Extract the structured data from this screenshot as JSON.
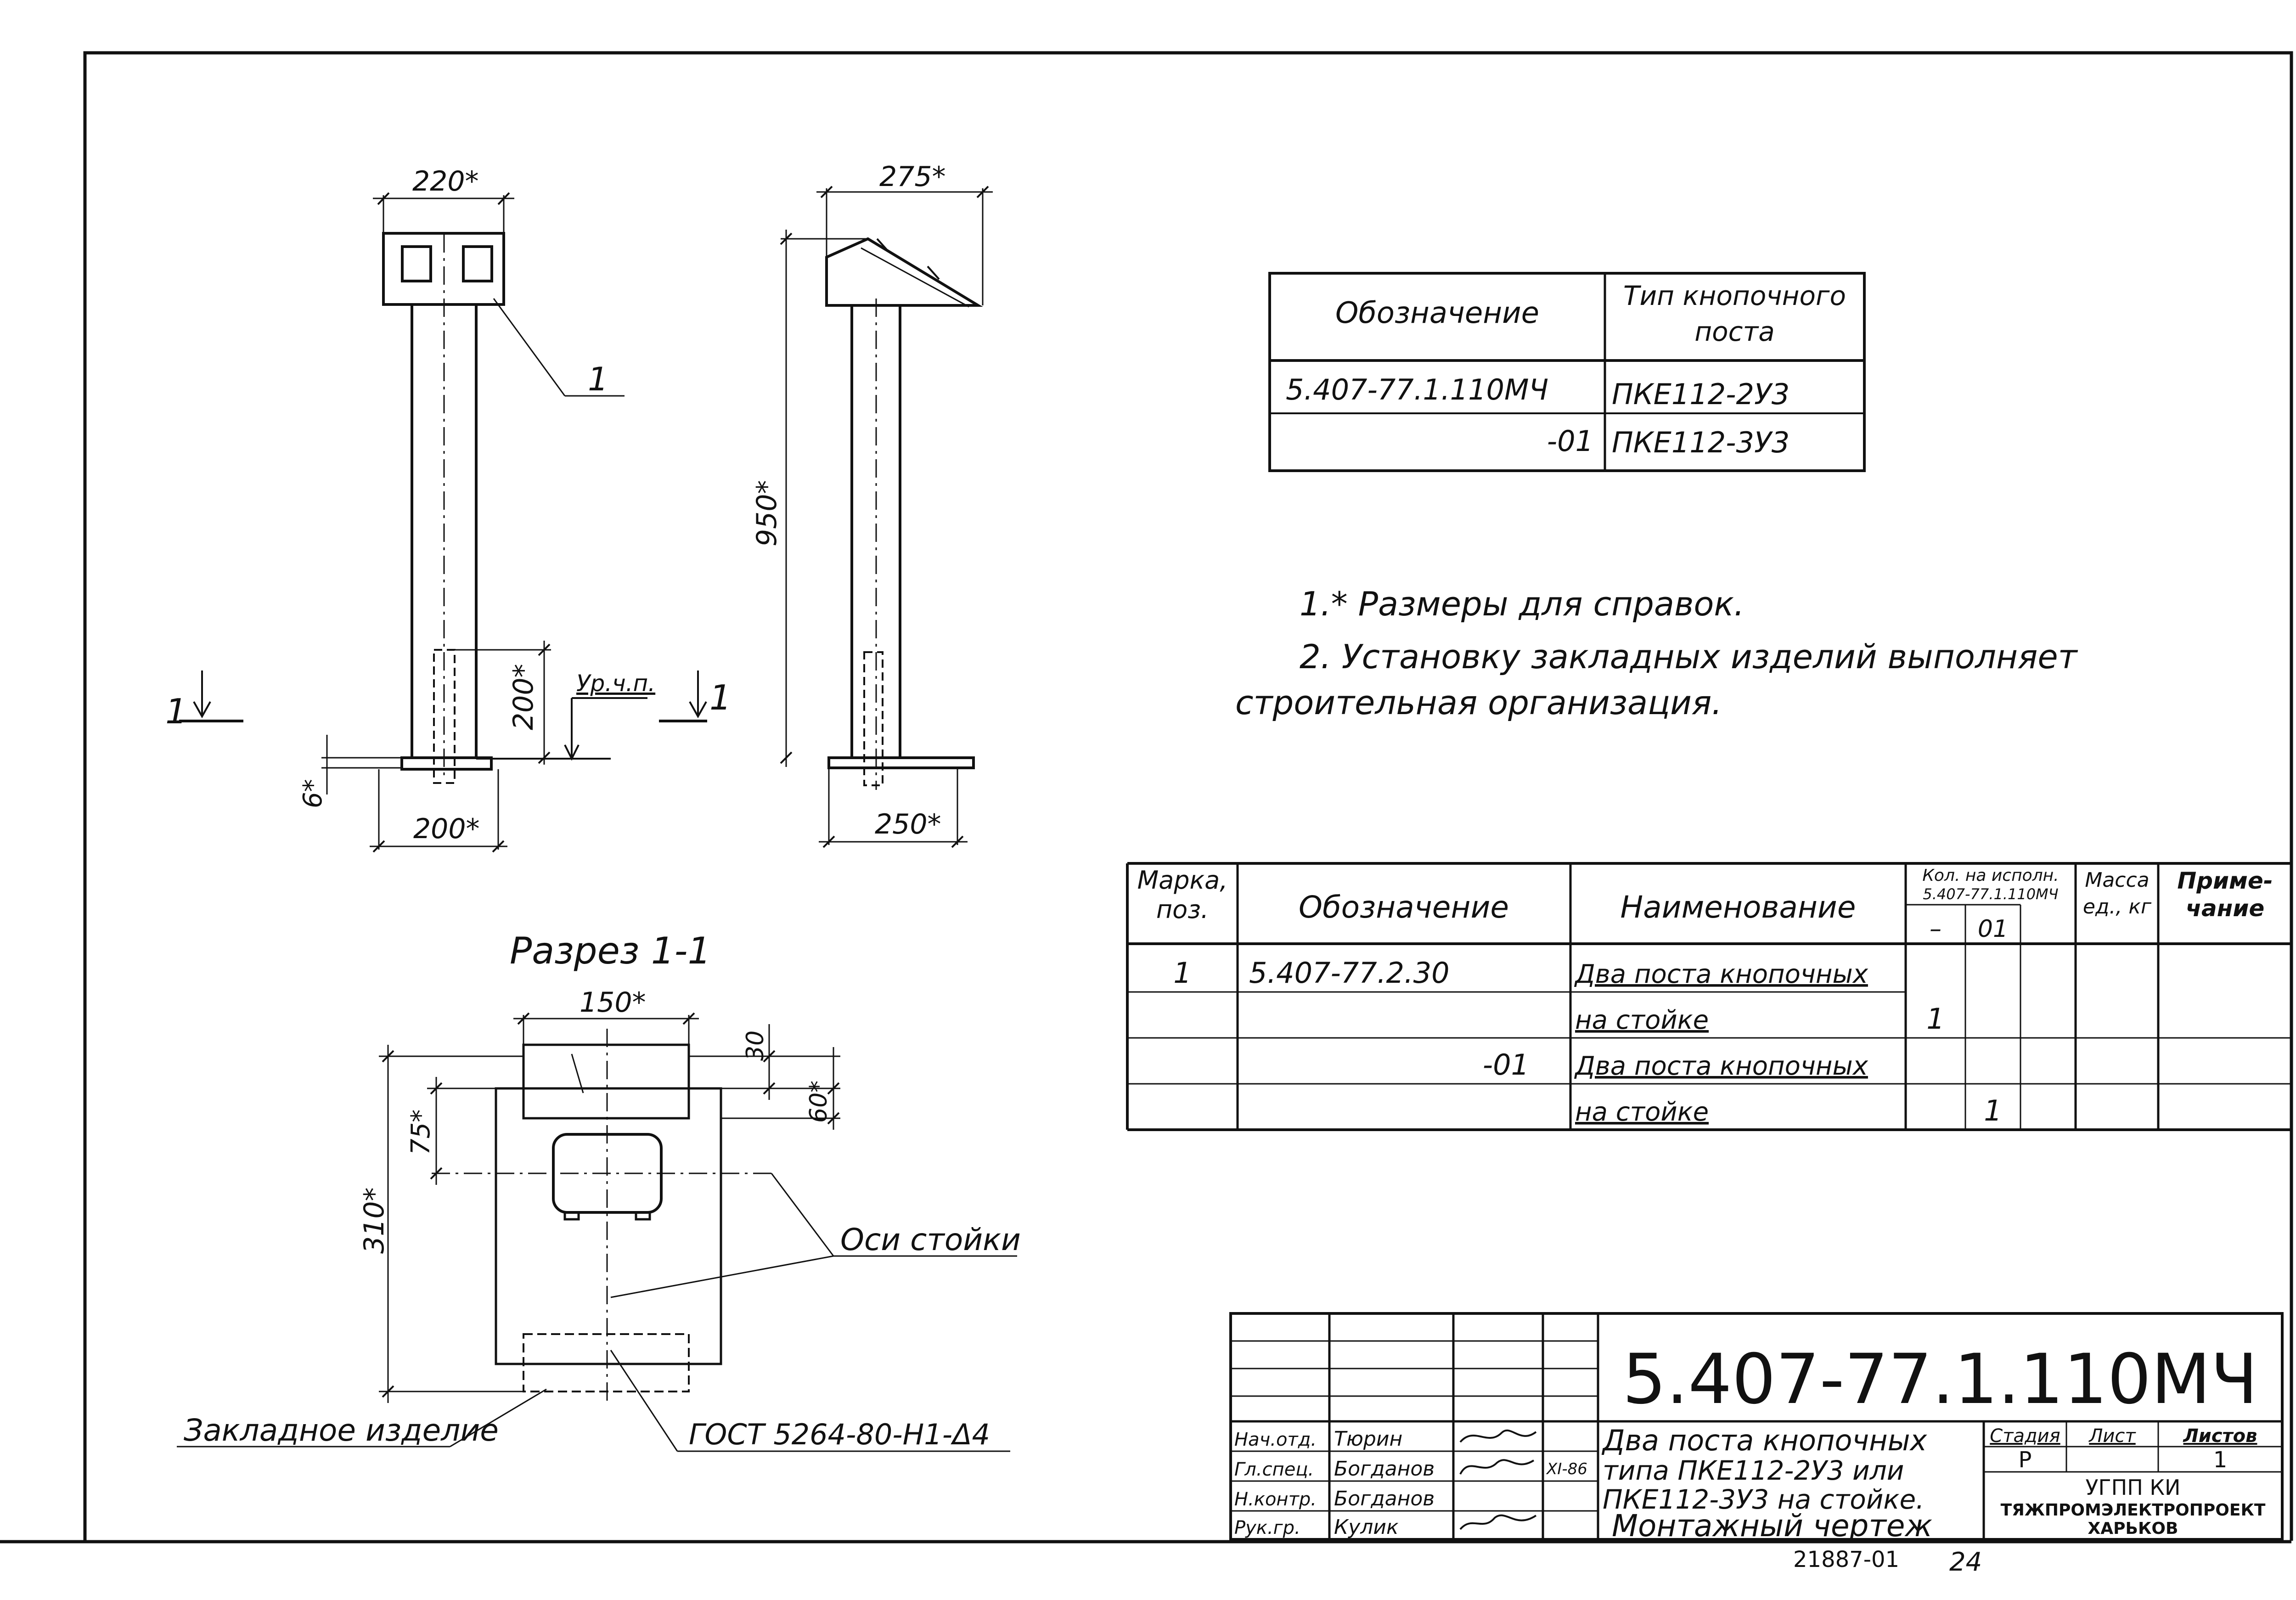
{
  "drawing": {
    "front_view": {
      "dim_top": "220*",
      "dim_bottom": "200*",
      "dim_base_thickness": "6*",
      "dim_embed_height": "200*",
      "floor_level": "Ур.ч.п.",
      "callout": "1",
      "section_mark_left": "1",
      "section_mark_right": "1"
    },
    "side_view": {
      "dim_top": "275*",
      "dim_height": "950*",
      "dim_bottom": "250*"
    },
    "section": {
      "title": "Разрез 1-1",
      "dim_width": "150*",
      "dim_30": "30",
      "dim_60": "60*",
      "dim_75": "75*",
      "dim_310": "310*",
      "label_axes": "Оси стойки",
      "label_embedded": "Закладное изделие",
      "label_gost": "ГОСТ 5264-80-Н1-Δ4"
    }
  },
  "variant_table": {
    "headers": [
      "Обозначение",
      "Тип кнопочного поста"
    ],
    "rows": [
      [
        "5.407-77.1.110МЧ",
        "ПКЕ112-2У3"
      ],
      [
        "-01",
        "ПКЕ112-3У3"
      ]
    ]
  },
  "notes": [
    "1.* Размеры для справок.",
    "2. Установку закладных изделий выполняет",
    "строительная организация."
  ],
  "spec_table": {
    "headers": {
      "mark": "Марка, поз.",
      "designation": "Обозначение",
      "name": "Наименование",
      "qty_title_1": "Кол. на исполн.",
      "qty_title_2": "5.407-77.1.110МЧ",
      "qty_col_1": "–",
      "qty_col_2": "01",
      "mass": "Масса ед., кг",
      "note": "Приме- чание"
    },
    "rows": [
      {
        "mark": "1",
        "designation": "5.407-77.2.30",
        "name": "Два поста кнопочных",
        "q1": "",
        "q2": ""
      },
      {
        "mark": "",
        "designation": "",
        "name": "на стойке",
        "q1": "1",
        "q2": ""
      },
      {
        "mark": "",
        "designation": "-01",
        "name": "Два поста кнопочных",
        "q1": "",
        "q2": ""
      },
      {
        "mark": "",
        "designation": "",
        "name": "на стойке",
        "q1": "",
        "q2": "1"
      }
    ]
  },
  "title_block": {
    "code": "5.407-77.1.110МЧ",
    "title_lines": [
      "Два поста кнопочных",
      "типа ПКЕ112-2У3 или",
      "ПКЕ112-3У3 на стойке.",
      "Монтажный чертеж"
    ],
    "roles": [
      {
        "role": "Нач.отд.",
        "name": "Тюрин"
      },
      {
        "role": "Гл.спец.",
        "name": "Богданов"
      },
      {
        "role": "Н.контр.",
        "name": "Богданов"
      },
      {
        "role": "Рук.гр.",
        "name": "Кулик"
      }
    ],
    "date": "XI-86",
    "stage_header": "Стадия",
    "sheet_header": "Лист",
    "sheets_header": "Листов",
    "stage": "Р",
    "sheets": "1",
    "org_1": "УГПП КИ",
    "org_2": "ТЯЖПРОМЭЛЕКТРОПРОЕКТ",
    "org_3": "ХАРЬКОВ",
    "footer_number": "21887-01",
    "footer_page": "24"
  }
}
